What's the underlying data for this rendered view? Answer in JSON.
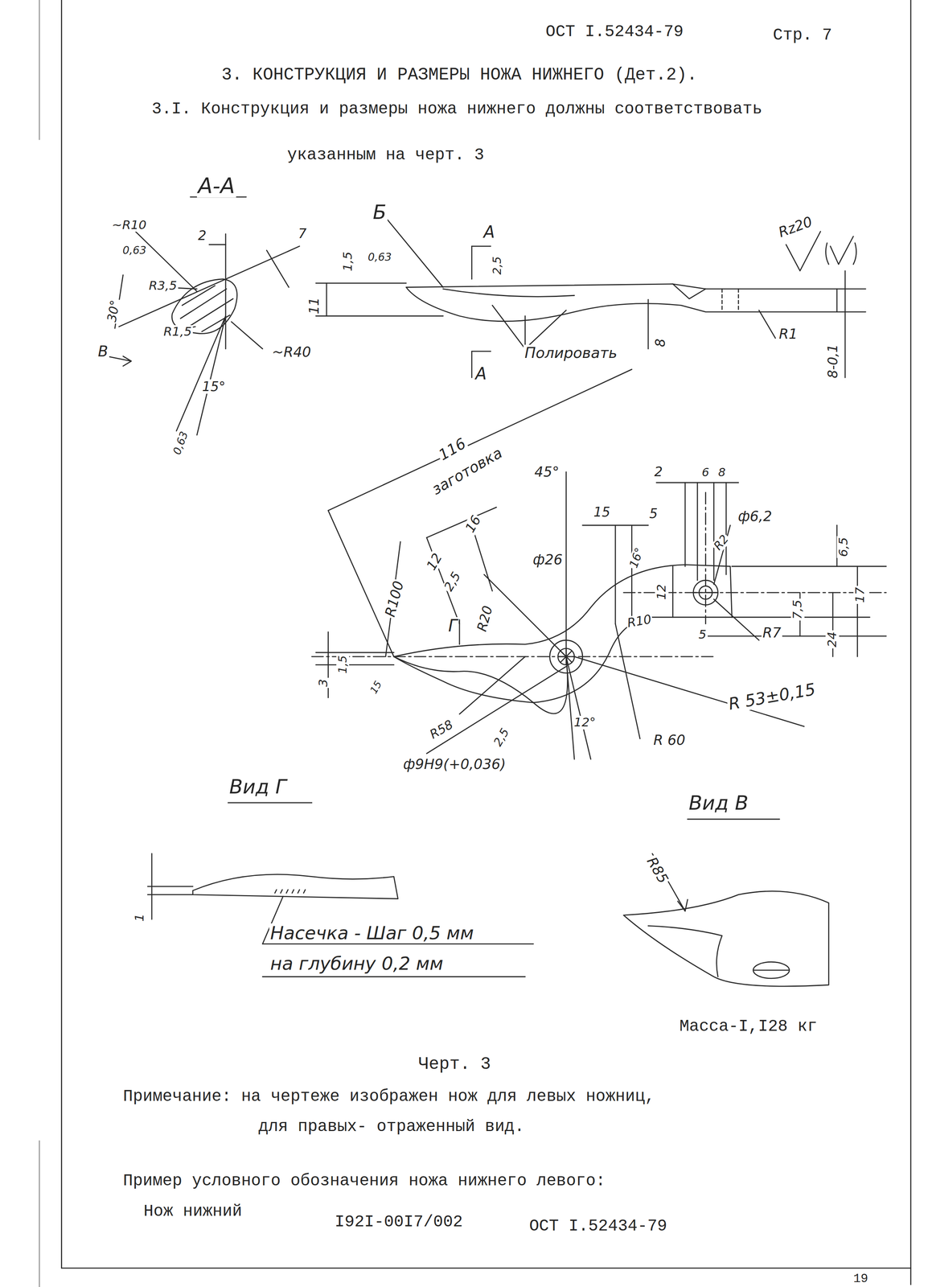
{
  "diagram": {
    "title": "3. КОНСТРУКЦИЯ И РАЗМЕРЫ НОЖА НИЖНЕГО (Дет.2).",
    "caption": "Черт. 3",
    "labels": [
      "ОСТ I.52434-79",
      "Стр. 7",
      "3.I. Конструкция и размеры ножа нижнего должны соответствовать",
      "указанным на черт. 3",
      "А-А",
      "~R10",
      "0,63",
      "2",
      "7",
      "30°",
      "R3,5",
      "R1,5",
      "В",
      "~R40",
      "15°",
      "0,63",
      "Б",
      "А",
      "1,5",
      "0,63",
      "2,5",
      "11",
      "Rz20",
      "8",
      "R1",
      "8-0,1",
      "Полировать",
      "А",
      "116",
      "заготовка",
      "45°",
      "2",
      "6",
      "8",
      "15",
      "5",
      "16",
      "12",
      "2,5",
      "R100",
      "R20",
      "ф26",
      "16°",
      "R2",
      "ф6,2",
      "12",
      "6,5",
      "7,5",
      "17",
      "24",
      "Г",
      "R10",
      "5",
      "R7",
      "3",
      "1,5",
      "15",
      "R 53±0,15",
      "R58",
      "2,5",
      "12°",
      "R 60",
      "ф9Н9(+0,036)",
      "Вид Г",
      "Вид В",
      "R85",
      "1",
      "Насечка - Шаг 0,5 мм",
      "на глубину 0,2 мм",
      "Масса-I,I28 кг",
      "Примечание: на чертеже изображен нож для левых ножниц,",
      "для правых- отраженный вид.",
      "Пример условного обозначения ножа нижнего левого:",
      "Нож нижний",
      "I92I-00I7/002",
      "ОСТ I.52434-79",
      "19"
    ]
  }
}
